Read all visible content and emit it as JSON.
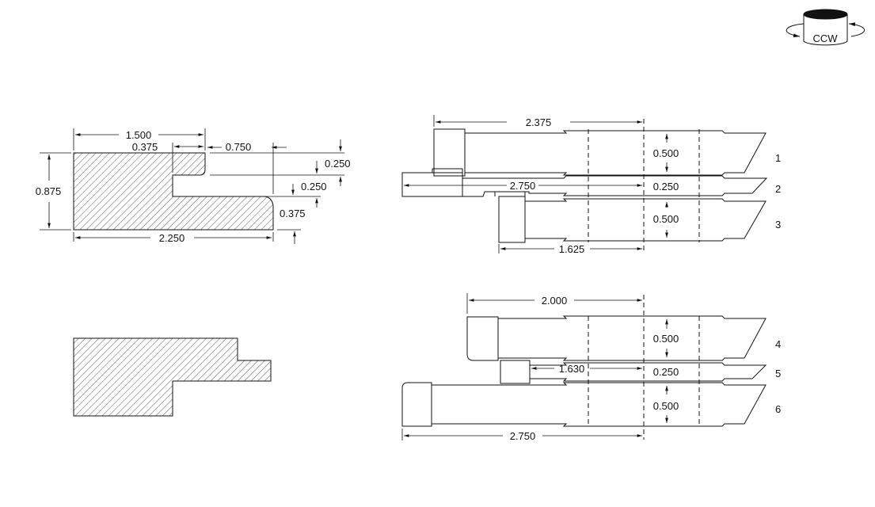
{
  "rotation_badge": {
    "label": "CCW"
  },
  "profile_top": {
    "dims": {
      "overall_top": "1.500",
      "step_top": "0.375",
      "right_offset": "0.750",
      "slot_height": "0.250",
      "mid_height": "0.250",
      "bottom_height": "0.375",
      "left_height": "0.875",
      "overall_bottom": "2.250"
    }
  },
  "tool_set_top": {
    "dims": {
      "length_top": "2.375",
      "length_mid": "2.750",
      "length_bottom": "1.625"
    },
    "tools": [
      {
        "number": "1",
        "width": "0.500"
      },
      {
        "number": "2",
        "width": "0.250"
      },
      {
        "number": "3",
        "width": "0.500"
      }
    ]
  },
  "tool_set_bottom": {
    "dims": {
      "length_top": "2.000",
      "length_mid": "1.630",
      "length_bottom": "2.750"
    },
    "tools": [
      {
        "number": "4",
        "width": "0.500"
      },
      {
        "number": "5",
        "width": "0.250"
      },
      {
        "number": "6",
        "width": "0.500"
      }
    ]
  }
}
